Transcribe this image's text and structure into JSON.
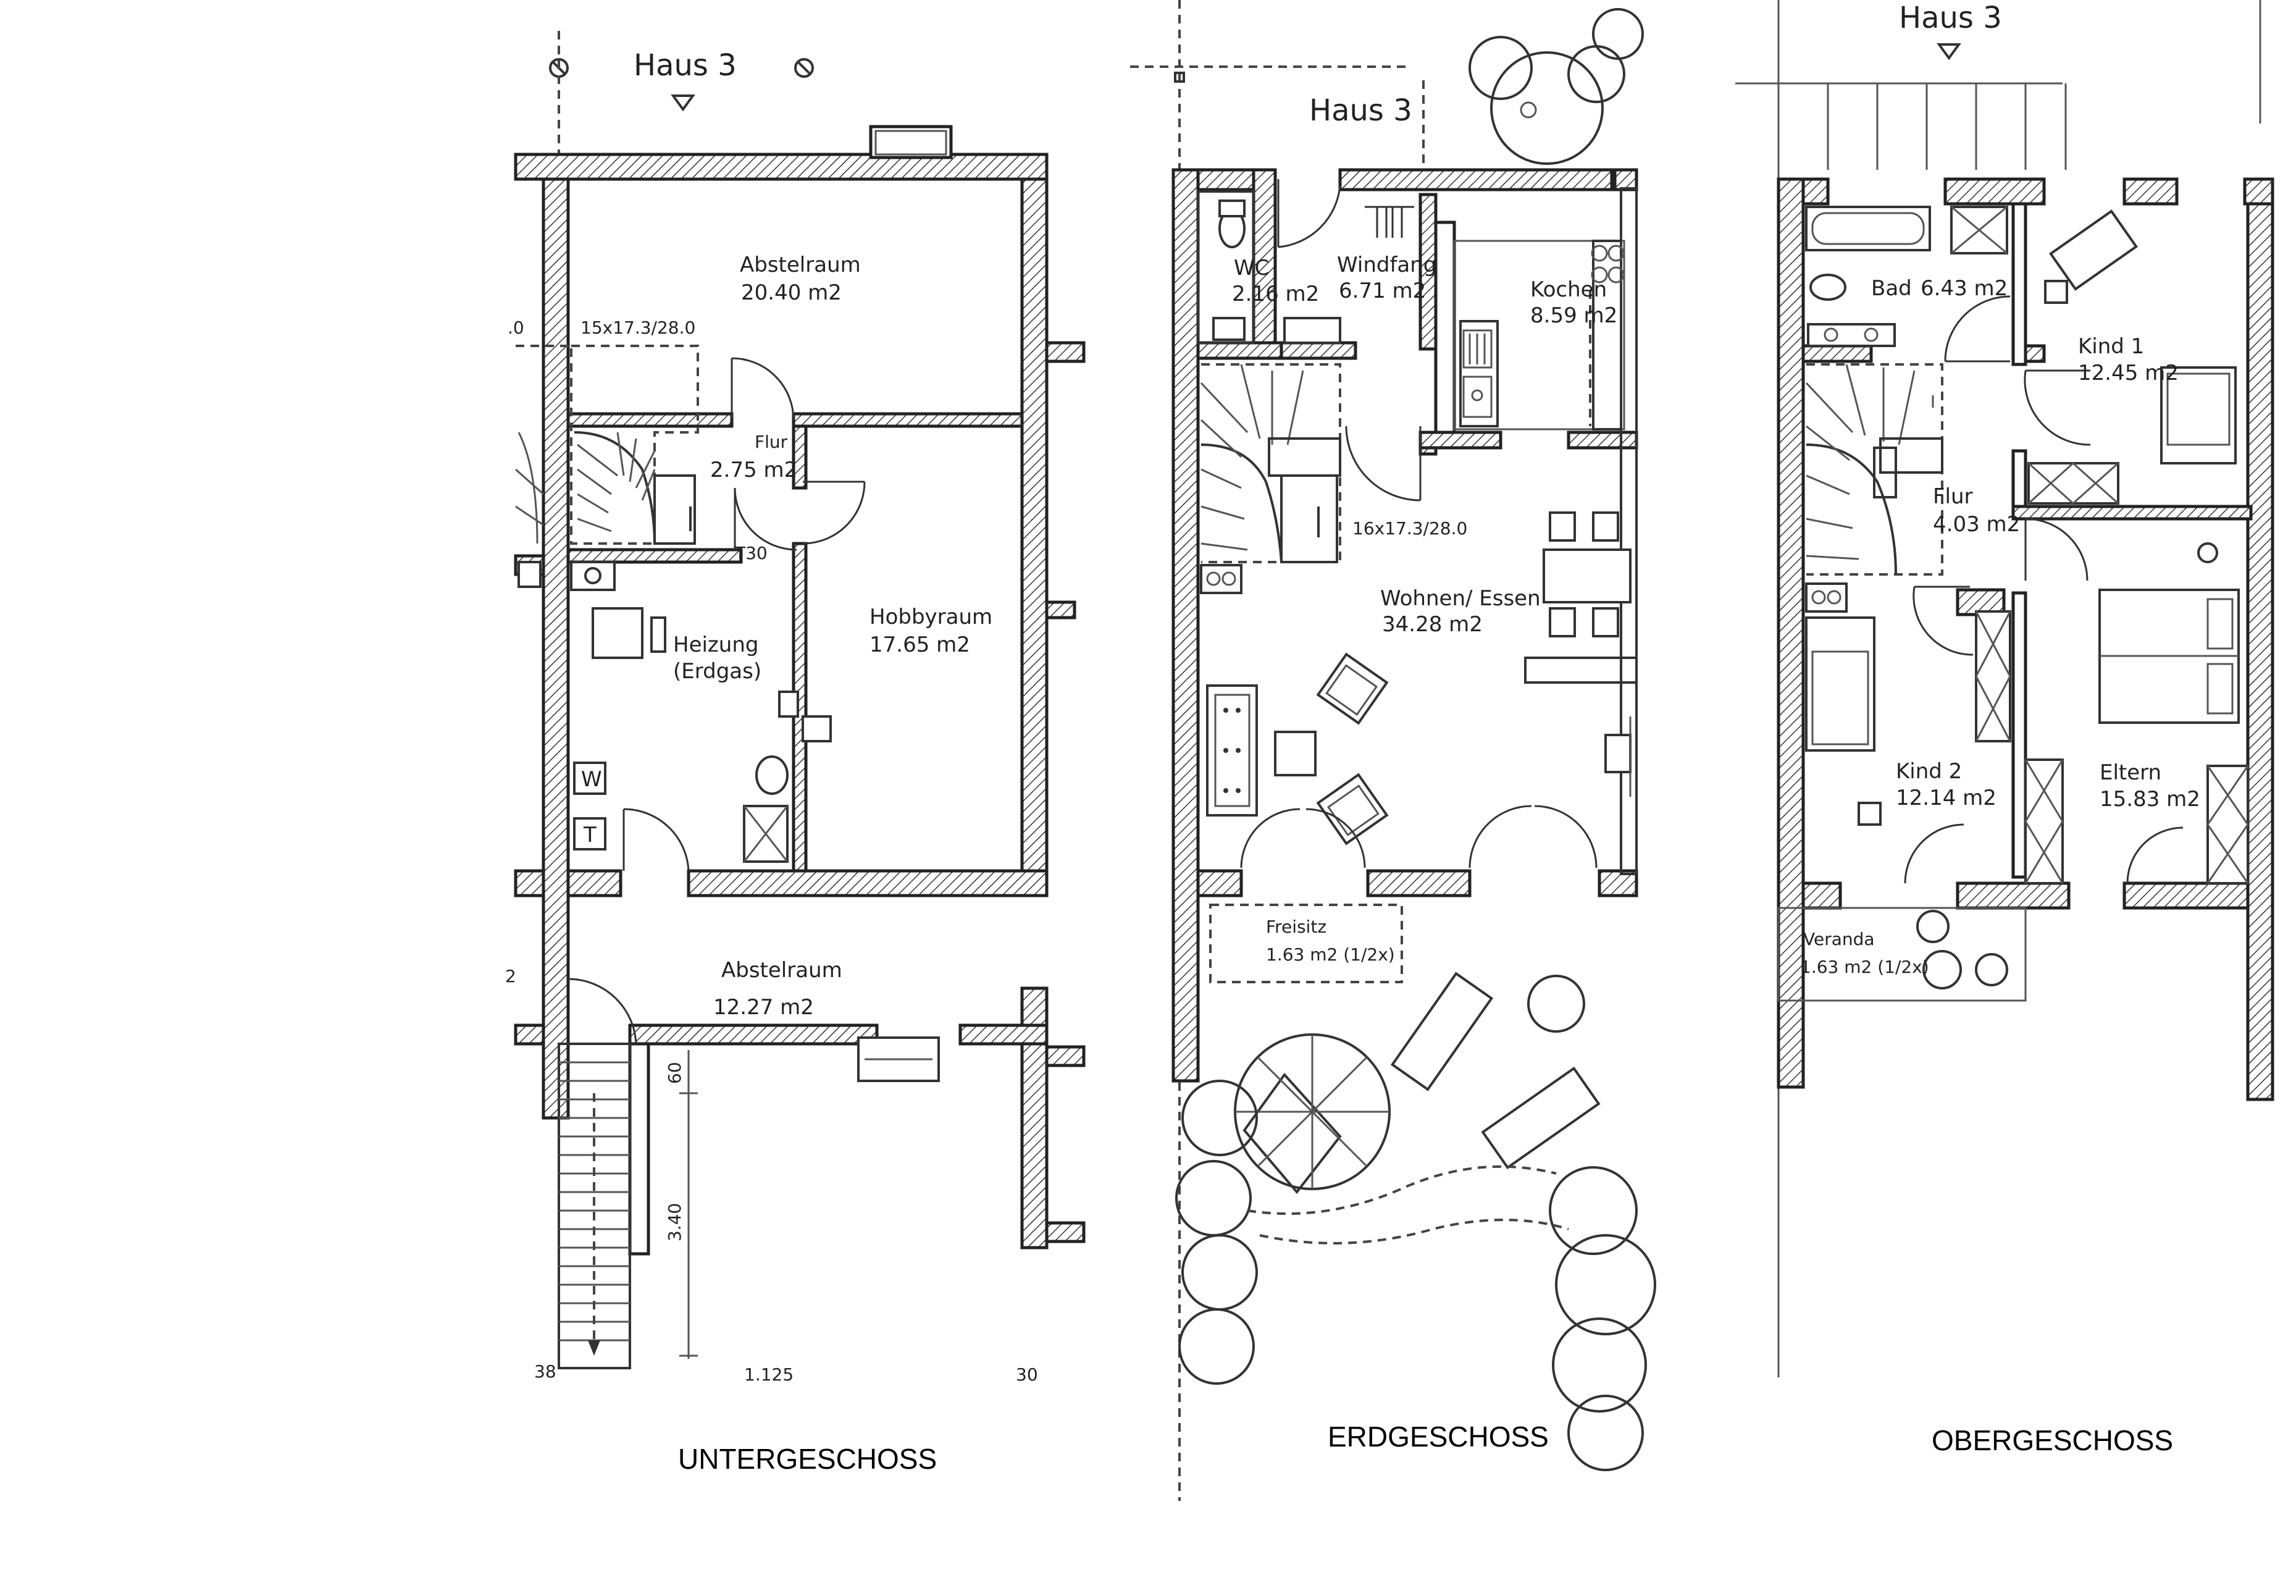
{
  "floors": {
    "ug": {
      "title": "UNTERGESCHOSS",
      "haus": "Haus 3",
      "stair_note": "15x17.3/28.0",
      "stair_note_left": ".0",
      "door_label": "T30",
      "rooms": {
        "abstell1": {
          "name": "Abstelraum",
          "area": "20.40 m2"
        },
        "flur": {
          "name": "Flur",
          "area": "2.75 m2"
        },
        "heizung": {
          "name": "Heizung",
          "sub": "(Erdgas)"
        },
        "hobby": {
          "name": "Hobbyraum",
          "area": "17.65 m2"
        },
        "abstell2": {
          "name": "Abstelraum",
          "area": "12.27 m2"
        }
      },
      "appliance_w": "W",
      "appliance_t": "T",
      "dim_top": "60",
      "dim_mid": "3.40",
      "dim_bottom_left": "38",
      "dim_bottom_mid": "1.125",
      "dim_bottom_right": "30",
      "edge_label": "2"
    },
    "eg": {
      "title": "ERDGESCHOSS",
      "haus": "Haus 3",
      "stair_note": "16x17.3/28.0",
      "rooms": {
        "wc": {
          "name": "WC",
          "area": "2.16 m2"
        },
        "windfang": {
          "name": "Windfang",
          "area": "6.71 m2"
        },
        "kochen": {
          "name": "Kochen",
          "area": "8.59 m2"
        },
        "wohnen": {
          "name": "Wohnen/ Essen",
          "area": "34.28 m2"
        },
        "freisitz": {
          "name": "Freisitz",
          "area": "1.63 m2 (1/2x)"
        }
      }
    },
    "og": {
      "title": "OBERGESCHOSS",
      "haus": "Haus 3",
      "rooms": {
        "bad": {
          "name": "Bad",
          "area": "6.43 m2"
        },
        "kind1": {
          "name": "Kind 1",
          "area": "12.45 m2"
        },
        "flur": {
          "name": "Flur",
          "area": "4.03 m2"
        },
        "kind2": {
          "name": "Kind 2",
          "area": "12.14 m2"
        },
        "eltern": {
          "name": "Eltern",
          "area": "15.83 m2"
        },
        "veranda": {
          "name": "Veranda",
          "area": "1.63 m2 (1/2x)"
        }
      }
    }
  }
}
